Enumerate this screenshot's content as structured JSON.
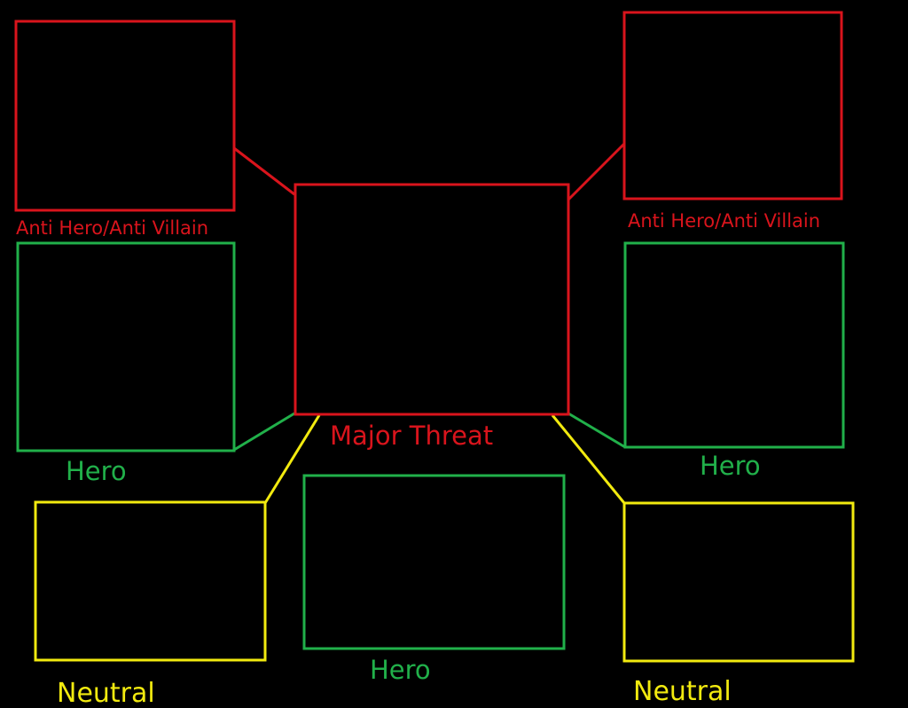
{
  "colors": {
    "background": "#000000",
    "red": "#d9141c",
    "green": "#21b04a",
    "yellow": "#f2ea0f"
  },
  "boxes": {
    "anti_left": {
      "label": "Anti Hero/Anti Villain",
      "color_key": "red"
    },
    "anti_right": {
      "label": "Anti Hero/Anti Villain",
      "color_key": "red"
    },
    "major": {
      "label": "Major Threat",
      "color_key": "red"
    },
    "hero_left": {
      "label": "Hero",
      "color_key": "green"
    },
    "hero_right": {
      "label": "Hero",
      "color_key": "green"
    },
    "hero_bottom": {
      "label": "Hero",
      "color_key": "green"
    },
    "neutral_left": {
      "label": "Neutral",
      "color_key": "yellow"
    },
    "neutral_right": {
      "label": "Neutral",
      "color_key": "yellow"
    }
  }
}
